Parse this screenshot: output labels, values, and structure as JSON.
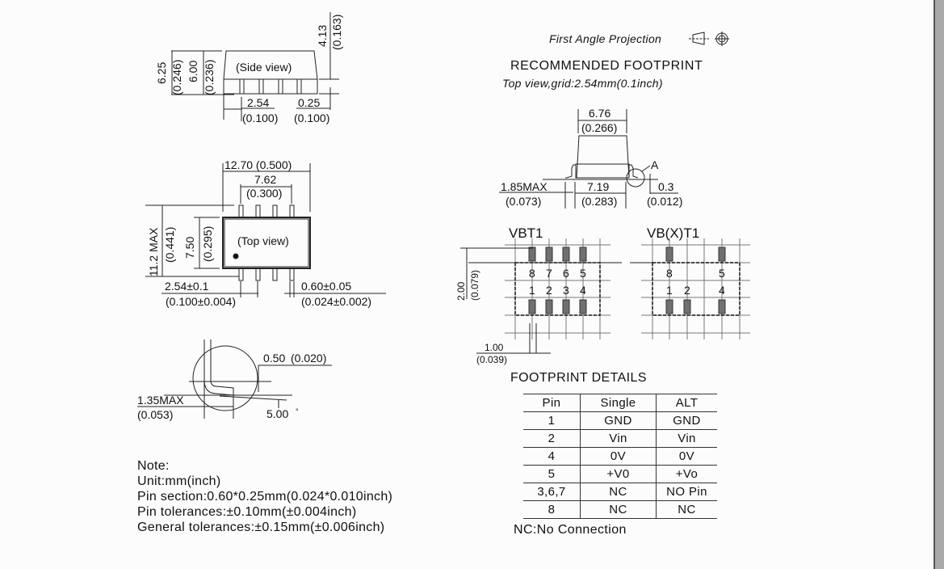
{
  "header": {
    "projection": "First Angle Projection",
    "projection_icon": "first-angle-projection-symbol",
    "footprint_title": "RECOMMENDED FOOTPRINT",
    "footprint_subtitle": "Top view,grid:2.54mm(0.1inch)"
  },
  "side_view": {
    "label": "(Side view)",
    "dim_total_height": "6.25",
    "dim_total_height_in": "(0.246)",
    "dim_body_height": "6.00",
    "dim_body_height_in": "(0.236)",
    "dim_top": "4.13",
    "dim_top_in": "(0.163)",
    "dim_pitch": "2.54",
    "dim_pitch_in": "(0.100)",
    "dim_standoff": "0.25",
    "dim_standoff_in": "(0.100)"
  },
  "top_view": {
    "label": "(Top view)",
    "dim_width": "12.70 (0.500)",
    "dim_row": "7.62",
    "dim_row_in": "(0.300)",
    "dim_height_max": "11.2 MAX",
    "dim_height_max_in": "(0.441)",
    "dim_body": "7.50",
    "dim_body_in": "(0.295)",
    "dim_pitch": "2.54±0.1",
    "dim_pitch_in": "(0.100±0.004)",
    "dim_pin_width": "0.60±0.05",
    "dim_pin_width_in": "(0.024±0.002)"
  },
  "detail_a": {
    "dim_thickness": "0.50",
    "dim_thickness_in": "(0.020)",
    "dim_foot": "1.35MAX",
    "dim_foot_in": "(0.053)",
    "angle": "5.00",
    "angle_unit": "°"
  },
  "footprint_side": {
    "dim_top": "6.76",
    "dim_top_in": "(0.266)",
    "dim_lead": "1.85MAX",
    "dim_lead_in": "(0.073)",
    "dim_body": "7.19",
    "dim_body_in": "(0.283)",
    "dim_standoff": "0.3",
    "dim_standoff_in": "(0.012)",
    "detail_label": "A"
  },
  "footprint_vbt1": {
    "title": "VBT1",
    "top_pins": [
      "8",
      "7",
      "6",
      "5"
    ],
    "bottom_pins": [
      "1",
      "2",
      "3",
      "4"
    ],
    "dim_vertical": "2.00",
    "dim_vertical_in": "(0.079)",
    "dim_pad": "1.00",
    "dim_pad_in": "(0.039)"
  },
  "footprint_vbxt1": {
    "title": "VB(X)T1",
    "top_pins": [
      "8",
      "5"
    ],
    "bottom_pins": [
      "1",
      "2",
      "4"
    ]
  },
  "footprint_details": {
    "title": "FOOTPRINT DETAILS",
    "columns": [
      "Pin",
      "Single",
      "ALT"
    ],
    "rows": [
      [
        "1",
        "GND",
        "GND"
      ],
      [
        "2",
        "Vin",
        "Vin"
      ],
      [
        "4",
        "0V",
        "0V"
      ],
      [
        "5",
        "+V0",
        "+Vo"
      ],
      [
        "3,6,7",
        "NC",
        "NO Pin"
      ],
      [
        "8",
        "NC",
        "NC"
      ]
    ],
    "footnote": "NC:No Connection"
  },
  "notes": {
    "title": "Note:",
    "lines": [
      "Unit:mm(inch)",
      "Pin section:0.60*0.25mm(0.024*0.010inch)",
      "Pin tolerances:±0.10mm(±0.004inch)",
      "General tolerances:±0.15mm(±0.006inch)"
    ]
  }
}
